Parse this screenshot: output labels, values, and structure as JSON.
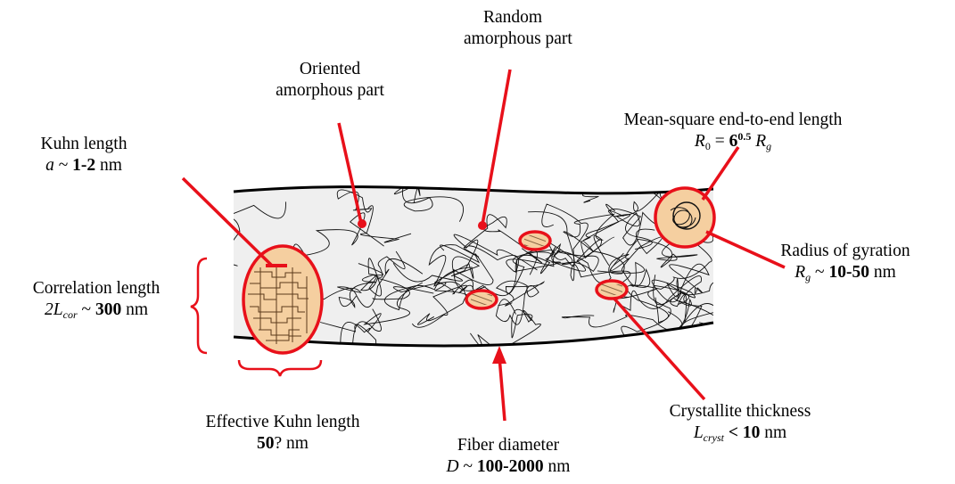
{
  "colors": {
    "annotation": "#e8101a",
    "fiber_fill": "#efefef",
    "crystal_fill": "#f5cfa0",
    "outline": "#000000"
  },
  "labels": {
    "random": {
      "line1": "Random",
      "line2": "amorphous part"
    },
    "oriented": {
      "line1": "Oriented",
      "line2": "amorphous part"
    },
    "mean_square": {
      "line1": "Mean-square end-to-end length",
      "r_sym": "R",
      "r_sub": "0",
      "eq": " = ",
      "base": "6",
      "exp": "0.5",
      "rg_sym": "R",
      "rg_sub": "g"
    },
    "kuhn": {
      "line1": "Kuhn length",
      "sym": "a",
      "tilde": " ~ ",
      "value": "1-2",
      "unit": " nm"
    },
    "correlation": {
      "line1": "Correlation length",
      "sym": "2L",
      "sym_sub": "cor",
      "tilde": " ~ ",
      "value": "300",
      "unit": " nm"
    },
    "radius": {
      "line1": "Radius of gyration",
      "sym": "R",
      "sym_sub": "g",
      "tilde": " ~ ",
      "value": "10-50",
      "unit": " nm"
    },
    "eff_kuhn": {
      "line1": "Effective Kuhn length",
      "value": "50",
      "unit": "? nm"
    },
    "fiber_diam": {
      "line1": "Fiber diameter",
      "sym": "D",
      "tilde": " ~ ",
      "value": "100-2000",
      "unit": " nm"
    },
    "crystallite": {
      "line1": "Crystallite thickness",
      "sym": "L",
      "sym_sub": "cryst",
      "op": " < ",
      "value": "10",
      "unit": " nm"
    }
  }
}
